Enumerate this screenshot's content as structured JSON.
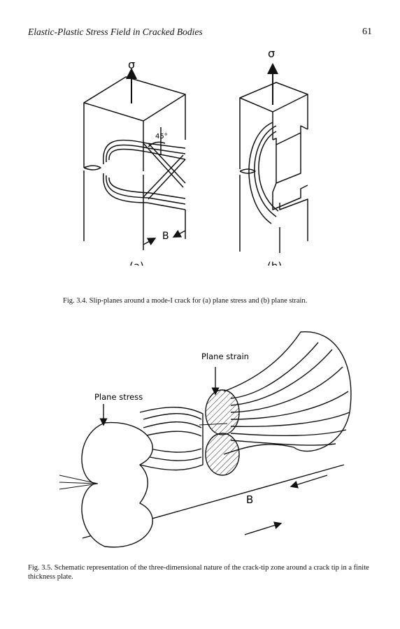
{
  "header": {
    "running_title": "Elastic-Plastic Stress Field in Cracked Bodies",
    "page_number": "61"
  },
  "figure_3_4": {
    "sigma_a": "σ",
    "sigma_b": "σ",
    "angle_label": "45°",
    "thickness_label": "B",
    "panel_a_label": "(a)",
    "panel_b_label": "(b)",
    "caption": "Fig. 3.4. Slip-planes around a mode-I crack for (a) plane stress and (b) plane strain."
  },
  "figure_3_5": {
    "plane_strain_label": "Plane strain",
    "plane_stress_label": "Plane stress",
    "thickness_label": "B",
    "caption": "Fig. 3.5. Schematic representation of the three-dimensional nature of the crack-tip zone around a crack tip in a finite thickness plate."
  }
}
